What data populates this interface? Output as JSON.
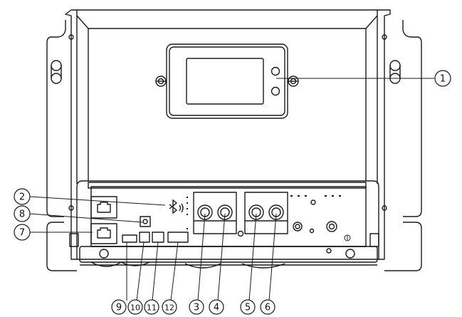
{
  "callouts": {
    "c1": "1",
    "c2": "2",
    "c3": "3",
    "c4": "4",
    "c5": "5",
    "c6": "6",
    "c7": "7",
    "c8": "8",
    "c9": "9",
    "c10": "10",
    "c11": "11",
    "c12": "12"
  },
  "icons": {
    "bluetooth": "bluetooth-icon",
    "ground": "ground-symbol-icon"
  },
  "colors": {
    "line": "#1a1a1a",
    "background": "#ffffff"
  }
}
